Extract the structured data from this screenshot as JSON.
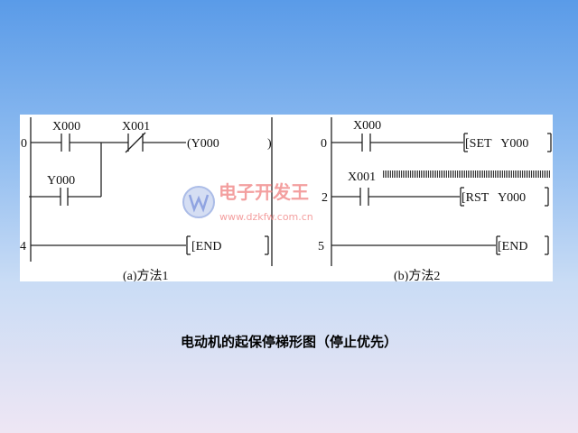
{
  "left": {
    "step0": "0",
    "step4": "4",
    "x000": "X000",
    "x001": "X001",
    "coil": "(Y000",
    "coil_close": ")",
    "y000": "Y000",
    "end": "[END",
    "end_close": "]",
    "caption": "(a)方法1"
  },
  "right": {
    "step0": "0",
    "step2": "2",
    "step5": "5",
    "x000": "X000",
    "x001": "X001",
    "set": "[SET   Y000",
    "rst": "[RST   Y000",
    "end": "[END",
    "close": "]",
    "caption": "(b)方法2"
  },
  "watermark": {
    "name": "电子开发王",
    "url": "www.dzkfw.com.cn"
  },
  "caption": "电动机的起保停梯形图（停止优先）"
}
